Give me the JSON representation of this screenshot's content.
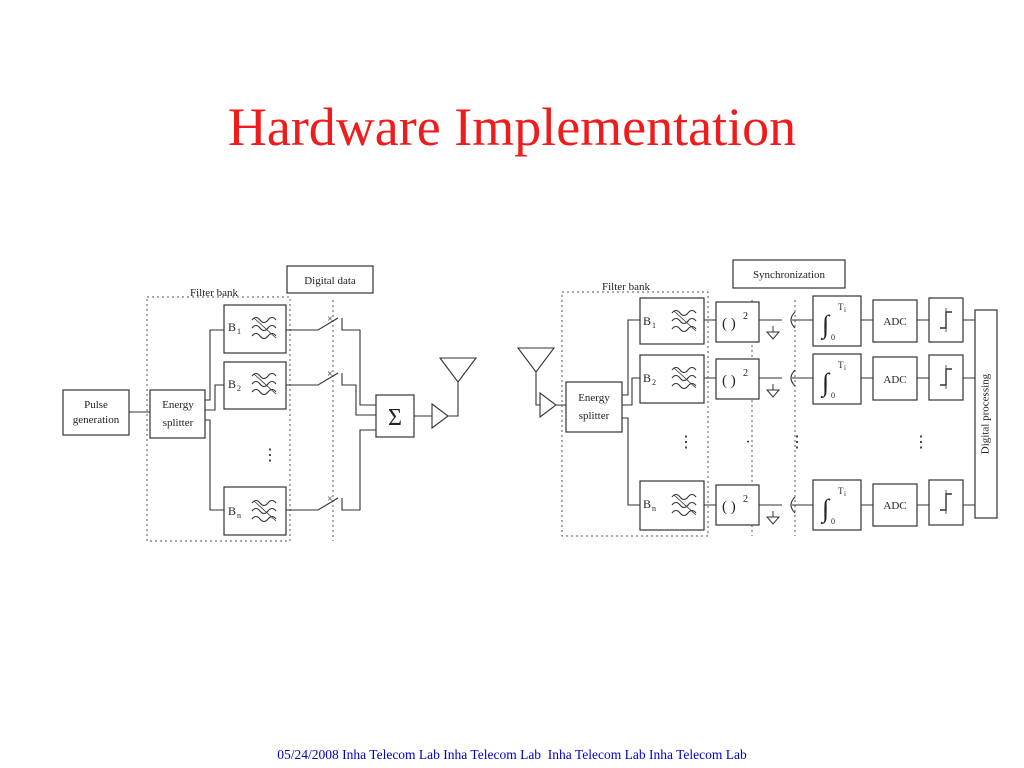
{
  "slide": {
    "title": "Hardware Implementation",
    "footer": "05/24/2008 Inha Telecom Lab Inha Telecom Lab  Inha Telecom Lab Inha Telecom Lab"
  },
  "diagram": {
    "transmitter": {
      "filter_bank_label": "Filter bank",
      "digital_data_label": "Digital data",
      "pulse_line1": "Pulse",
      "pulse_line2": "generation",
      "splitter_line1": "Energy",
      "splitter_line2": "splitter",
      "band_1": "B",
      "band_1_sub": "1",
      "band_2": "B",
      "band_2_sub": "2",
      "band_n": "B",
      "band_n_sub": "n",
      "sum_symbol": "Σ"
    },
    "receiver": {
      "filter_bank_label": "Filter bank",
      "sync_label": "Synchronization",
      "splitter_line1": "Energy",
      "splitter_line2": "splitter",
      "band_1": "B",
      "band_1_sub": "1",
      "band_2": "B",
      "band_2_sub": "2",
      "band_n": "B",
      "band_n_sub": "n",
      "square_label": "( )",
      "square_exp": "2",
      "integral_symbol": "∫",
      "integral_upper": "T",
      "integral_upper_sub": "i",
      "integral_lower": "0",
      "adc_label": "ADC",
      "digital_processing_label": "Digital processing"
    }
  }
}
